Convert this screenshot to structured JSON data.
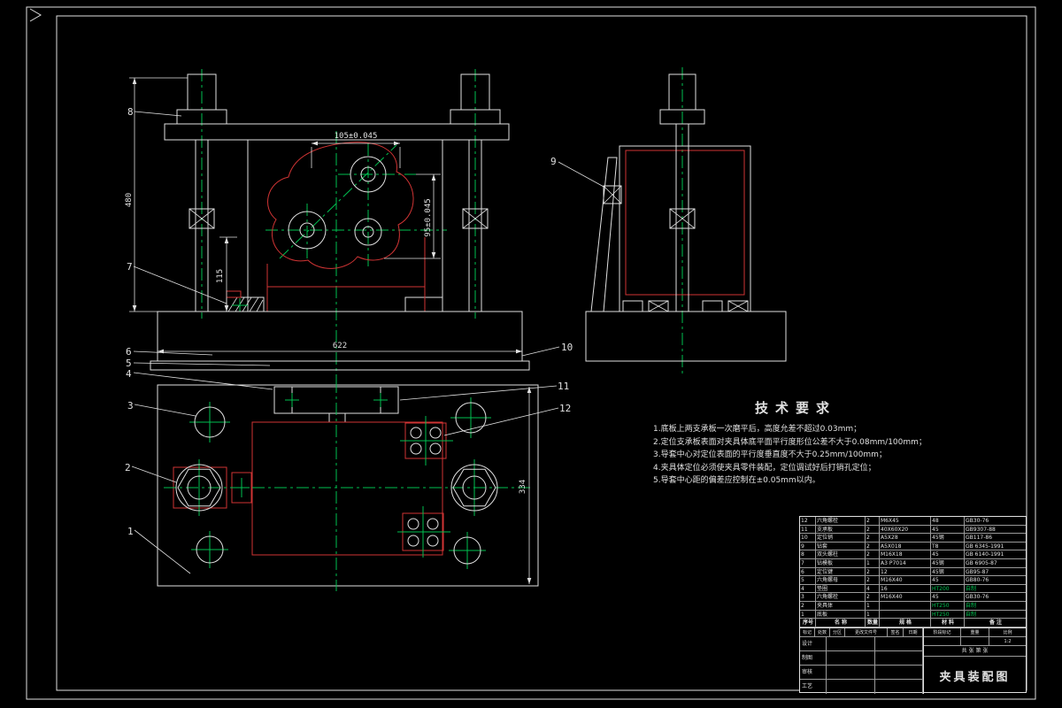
{
  "page": {
    "colors": {
      "bg": "#000000",
      "line": "#e0e0e0",
      "red": "#d03434",
      "green": "#00c050",
      "text": "#e0e0e0"
    }
  },
  "drawing": {
    "dimensions": {
      "overall_height": "480",
      "support_height": "115",
      "base_length": "622",
      "hole_pitch_horizontal": "105±0.045",
      "hole_pitch_vertical": "95±0.045",
      "plate_width": "334"
    },
    "callouts": {
      "c1": "1",
      "c2": "2",
      "c3": "3",
      "c4": "4",
      "c5": "5",
      "c6": "6",
      "c7": "7",
      "c8": "8",
      "c9": "9",
      "c10": "10",
      "c11": "11",
      "c12": "12"
    }
  },
  "tech_requirements": {
    "title": "技术要求",
    "lines": [
      "1.底板上两支承板一次磨平后，高度允差不超过0.03mm；",
      "2.定位支承板表面对夹具体底平面平行度形位公差不大于0.08mm/100mm；",
      "3.导套中心对定位表面的平行度垂直度不大于0.25mm/100mm；",
      "4.夹具体定位必须使夹具零件装配，定位调试好后打销孔定位；",
      "5.导套中心距的偏差应控制在±0.05mm以内。"
    ]
  },
  "bom": {
    "columns": [
      "序号",
      "名 称",
      "数量",
      "规 格",
      "材 料",
      "备 注"
    ],
    "rows": [
      [
        "12",
        "六角螺栓",
        "2",
        "M6X45",
        "48",
        "GB30-76"
      ],
      [
        "11",
        "支承板",
        "2",
        "40X60X20",
        "45",
        "GB9307-88"
      ],
      [
        "10",
        "定位销",
        "2",
        "A5X28",
        "45钢",
        "GB117-86"
      ],
      [
        "9",
        "钻套",
        "2",
        "A5X018",
        "T8",
        "GB 6345-1991"
      ],
      [
        "8",
        "双头螺柱",
        "2",
        "M16X18",
        "45",
        "GB 6140-1991"
      ],
      [
        "7",
        "钻模板",
        "1",
        "A3 P7014",
        "45钢",
        "GB 6905-87"
      ],
      [
        "6",
        "定位键",
        "2",
        "12",
        "45钢",
        "GB95-87"
      ],
      [
        "5",
        "六角螺母",
        "2",
        "M16X40",
        "45",
        "GB80-76"
      ],
      [
        "4",
        "垫圈",
        "4",
        "16",
        "HT200",
        "自制"
      ],
      [
        "3",
        "六角螺栓",
        "2",
        "M16X40",
        "45",
        "GB30-76"
      ],
      [
        "2",
        "夹具体",
        "1",
        "",
        "HT250",
        "自制"
      ],
      [
        "1",
        "底板",
        "1",
        "",
        "HT250",
        "自制"
      ]
    ]
  },
  "title_block": {
    "title": "夹具装配图",
    "rev_cols": [
      "标记",
      "处数",
      "分区",
      "更改文件号",
      "签名",
      "日期"
    ],
    "roles": [
      "设计",
      "制图",
      "审核",
      "工艺"
    ],
    "stage_label": "阶段标记",
    "weight_label": "重量",
    "scale_label": "比例",
    "scale_value": "1:2",
    "sheet_info": "共 张 第 张"
  }
}
